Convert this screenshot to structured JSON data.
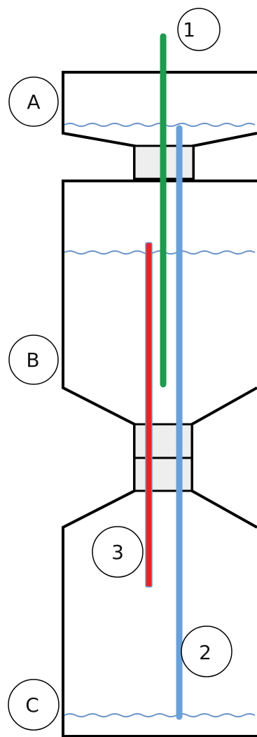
{
  "labels": {
    "tube_1": "1",
    "tube_2": "2",
    "tube_3": "3",
    "vessel_a": "A",
    "vessel_b": "B",
    "vessel_c": "C"
  },
  "colors": {
    "outline": "#000000",
    "connector_fill": "#eeeeee",
    "water_line": "#6b93c9",
    "tube_1": "#1f9a4e",
    "tube_2": "#6aa0d8",
    "tube_3": "#e8232a",
    "tube_3_outline": "#6aa0d8"
  }
}
